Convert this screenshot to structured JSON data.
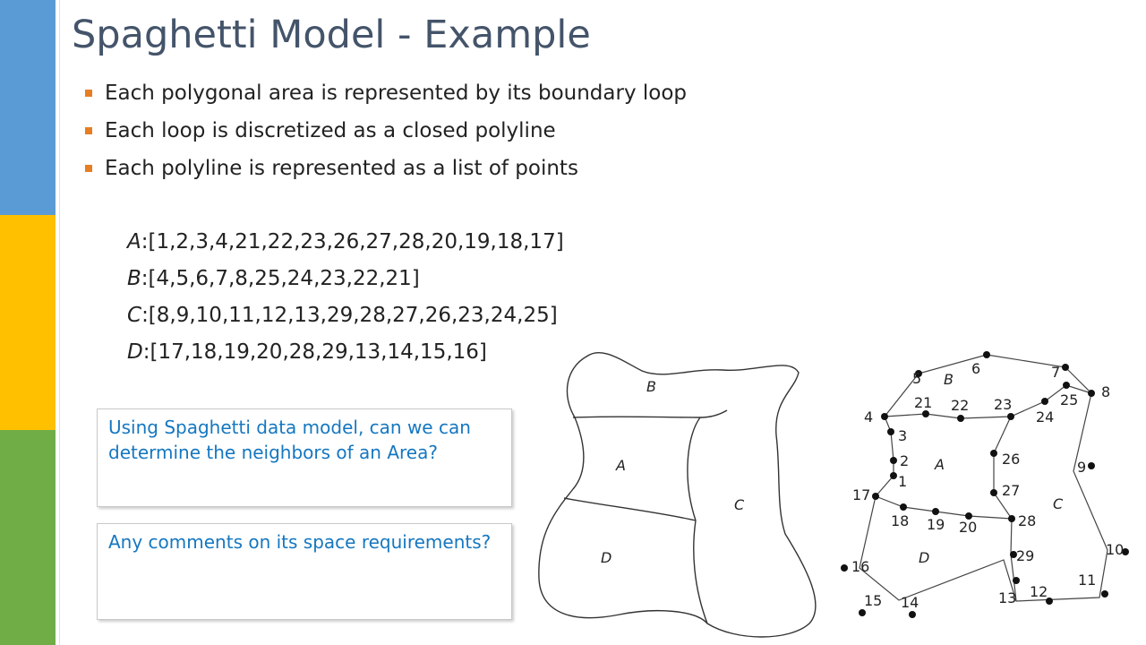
{
  "slide": {
    "title": "Spaghetti Model - Example",
    "bullets": [
      "Each polygonal area is represented by its boundary loop",
      "Each loop is discretized as a closed polyline",
      "Each polyline is represented as a list of points"
    ],
    "area_lists": [
      {
        "name": "A",
        "points": ":[1,2,3,4,21,22,23,26,27,28,20,19,18,17]"
      },
      {
        "name": "B",
        "points": ":[4,5,6,7,8,25,24,23,22,21]"
      },
      {
        "name": "C",
        "points": ":[8,9,10,11,12,13,29,28,27,26,23,24,25]"
      },
      {
        "name": "D",
        "points": ":[17,18,19,20,28,29,13,14,15,16]"
      }
    ],
    "question_1": "Using Spaghetti data model, can we can determine the neighbors of an Area?",
    "question_2": "Any comments on its space requirements?",
    "accent_colors": {
      "blue": "#5b9bd5",
      "yellow": "#ffc000",
      "green": "#70ad47",
      "title": "#44546a",
      "question": "#1577c0",
      "bullet": "#e67e22"
    }
  },
  "diagram": {
    "region_labels": [
      "B",
      "A",
      "C",
      "D"
    ],
    "point_labels": [
      "1",
      "2",
      "3",
      "4",
      "5",
      "6",
      "7",
      "8",
      "9",
      "10",
      "11",
      "12",
      "13",
      "14",
      "15",
      "16",
      "17",
      "18",
      "19",
      "20",
      "21",
      "22",
      "23",
      "24",
      "25",
      "26",
      "27",
      "28",
      "29"
    ]
  }
}
